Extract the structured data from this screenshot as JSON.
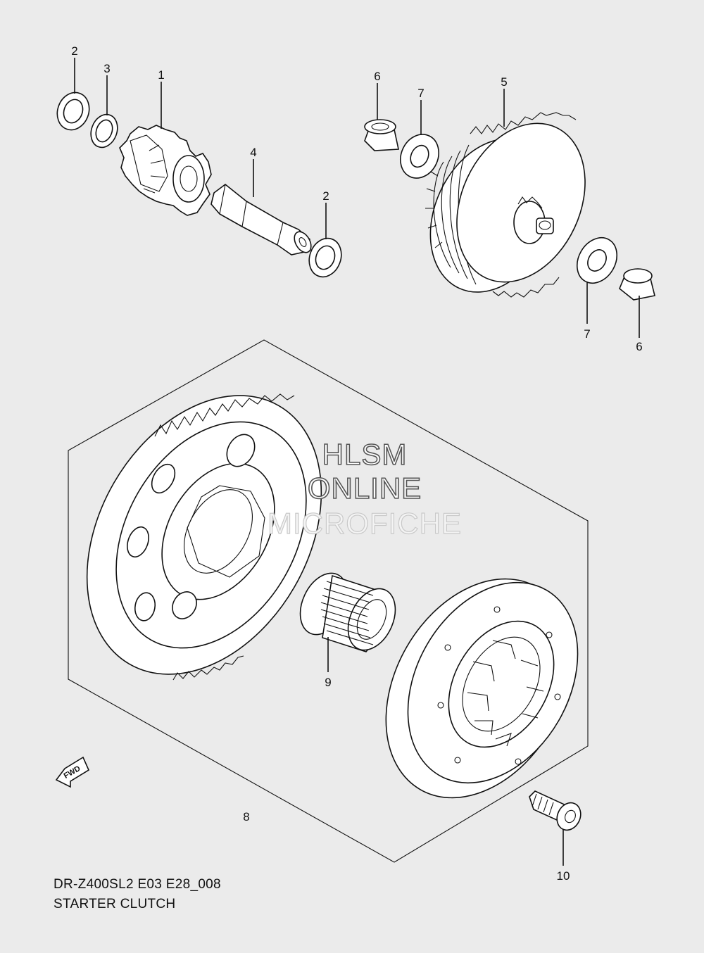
{
  "diagram": {
    "callouts": [
      {
        "id": "c2a",
        "label": "2"
      },
      {
        "id": "c3",
        "label": "3"
      },
      {
        "id": "c1",
        "label": "1"
      },
      {
        "id": "c4",
        "label": "4"
      },
      {
        "id": "c2b",
        "label": "2"
      },
      {
        "id": "c6a",
        "label": "6"
      },
      {
        "id": "c7a",
        "label": "7"
      },
      {
        "id": "c5",
        "label": "5"
      },
      {
        "id": "c7b",
        "label": "7"
      },
      {
        "id": "c6b",
        "label": "6"
      },
      {
        "id": "c9",
        "label": "9"
      },
      {
        "id": "c8",
        "label": "8"
      },
      {
        "id": "c10",
        "label": "10"
      }
    ],
    "fwd_label": "FWD"
  },
  "watermark": {
    "line1": "HLSM",
    "line2": "ONLINE",
    "line3": "MICROFICHE"
  },
  "caption": {
    "model_code": "DR-Z400SL2 E03 E28_008",
    "title": "STARTER CLUTCH"
  }
}
